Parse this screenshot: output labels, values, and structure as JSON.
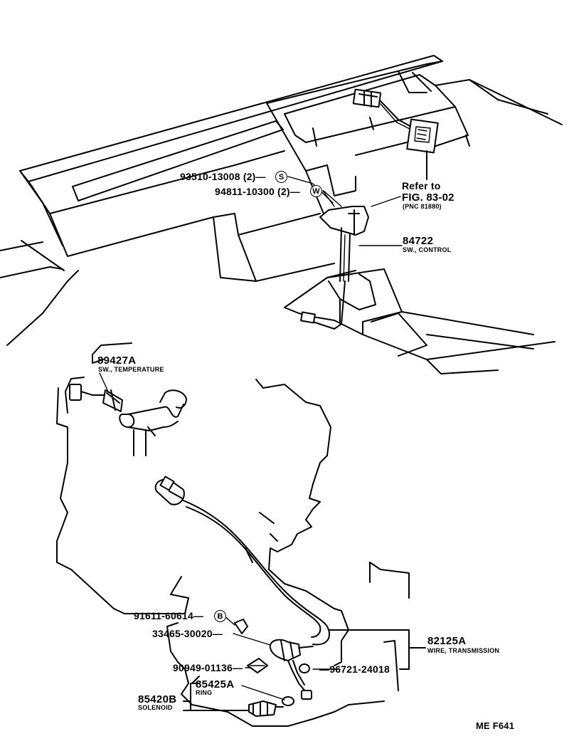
{
  "parts": {
    "bolt": {
      "number": "93510-13008",
      "qty": "(2)",
      "marker": "S"
    },
    "washer": {
      "number": "94811-10300",
      "qty": "(2)",
      "marker": "W"
    },
    "control_switch": {
      "number": "84722",
      "name": "SW., CONTROL"
    },
    "temperature_switch": {
      "number": "89427A",
      "name": "SW., TEMPERATURE"
    },
    "pin": {
      "number": "91611-60614",
      "marker": "B"
    },
    "clamp": {
      "number": "33465-30020"
    },
    "oring_small": {
      "number": "90949-01136"
    },
    "ring_oring": {
      "number": "96721-24018"
    },
    "transmission_wire": {
      "number": "82125A",
      "name": "WIRE, TRANSMISSION"
    },
    "ring": {
      "number": "85425A",
      "name": "RING"
    },
    "solenoid": {
      "number": "85420B",
      "name": "SOLENOID"
    }
  },
  "reference": {
    "line1": "Refer to",
    "line2": "FIG. 83-02",
    "line3": "(PNC 81880)"
  },
  "figure_code": "ME F641"
}
